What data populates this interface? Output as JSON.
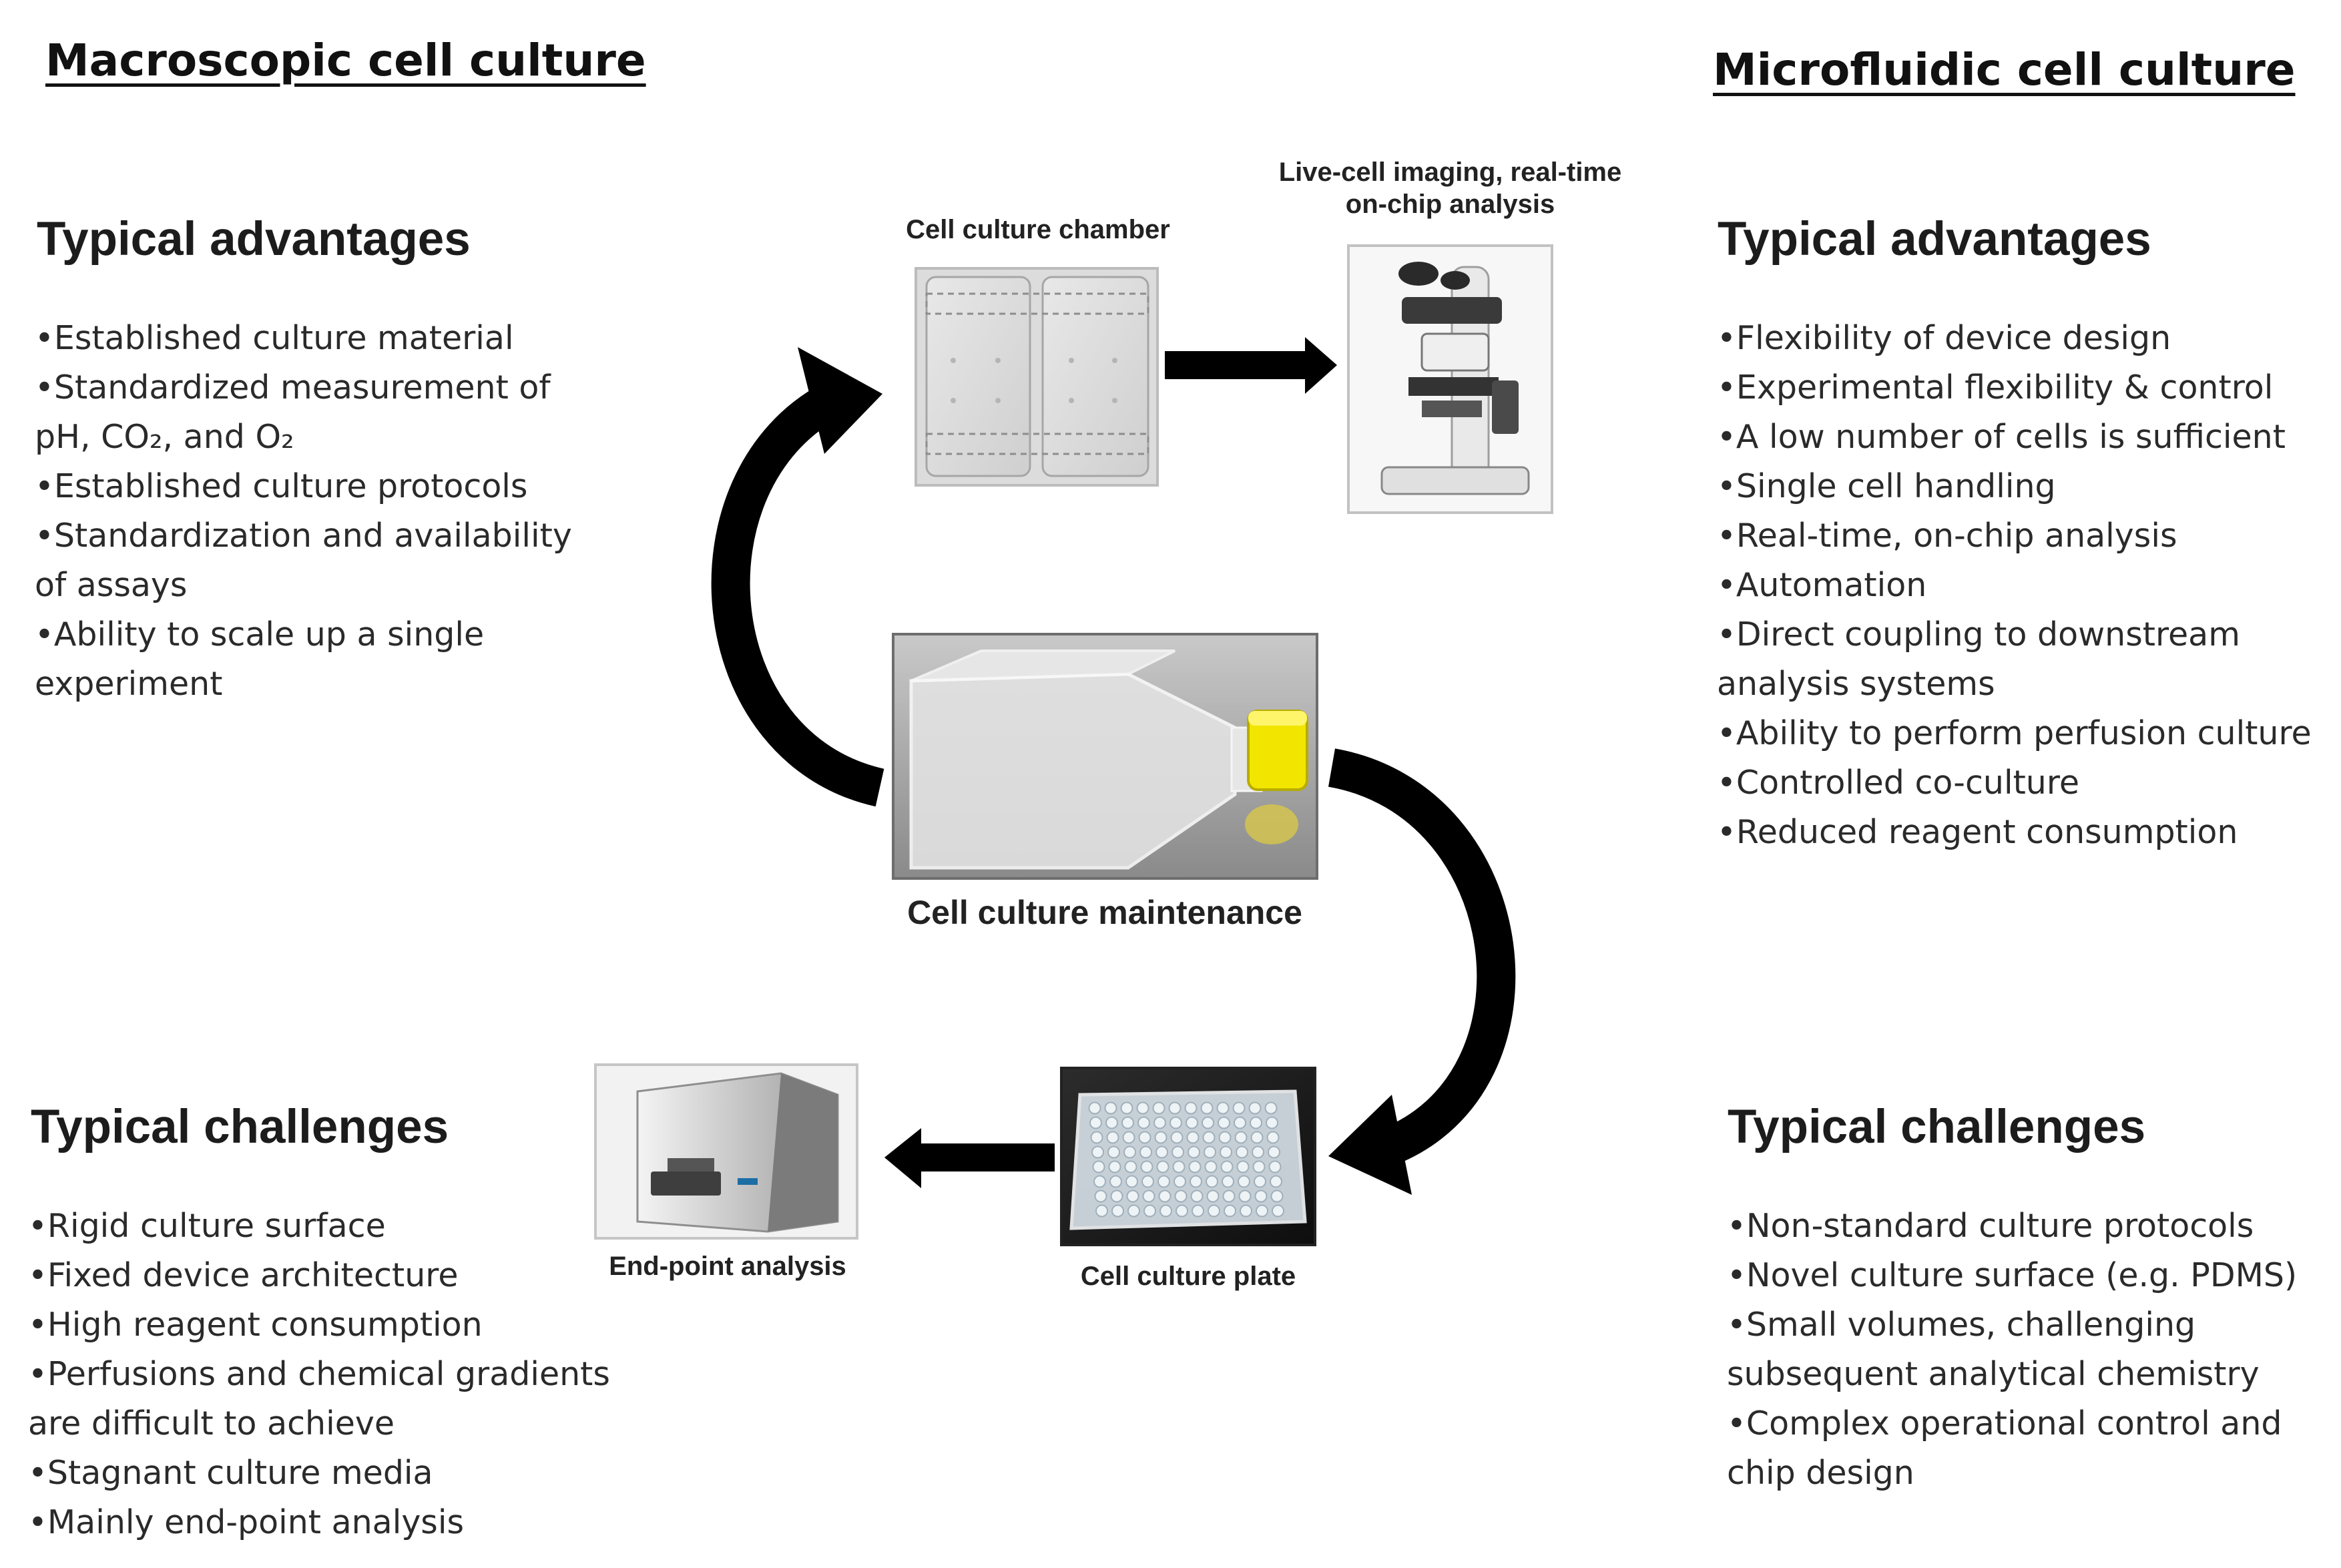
{
  "macro": {
    "title": "Macroscopic cell culture",
    "advantages_title": "Typical advantages",
    "advantages": [
      "•Established culture material",
      "•Standardized measurement of",
      "pH, CO₂, and O₂",
      "•Established culture protocols",
      "•Standardization and availability",
      "of assays",
      "•Ability to scale up a single",
      "experiment"
    ],
    "challenges_title": "Typical challenges",
    "challenges": [
      "•Rigid culture surface",
      "•Fixed device architecture",
      "•High reagent consumption",
      "•Perfusions and chemical gradients",
      "are difficult to achieve",
      "•Stagnant culture media",
      "•Mainly end-point analysis"
    ]
  },
  "micro": {
    "title": "Microfluidic cell culture",
    "advantages_title": "Typical advantages",
    "advantages": [
      "•Flexibility of device design",
      "•Experimental flexibility & control",
      "•A low number of cells is sufficient",
      "•Single cell handling",
      "•Real-time, on-chip analysis",
      "•Automation",
      "•Direct coupling to downstream",
      "analysis systems",
      "•Ability to perform perfusion culture",
      "•Controlled co-culture",
      "•Reduced reagent consumption"
    ],
    "challenges_title": "Typical challenges",
    "challenges": [
      "•Non-standard culture protocols",
      "•Novel culture surface (e.g. PDMS)",
      "•Small volumes, challenging",
      "subsequent analytical chemistry",
      "•Complex operational control and",
      "chip design"
    ]
  },
  "cycle": {
    "chamber_label": "Cell culture chamber",
    "imaging_label_line1": "Live-cell imaging, real-time",
    "imaging_label_line2": "on-chip analysis",
    "maintenance_label": "Cell culture maintenance",
    "plate_label": "Cell culture plate",
    "endpoint_label": "End-point analysis"
  },
  "colors": {
    "arrow": "#000000",
    "cap_yellow": "#f2e600",
    "text": "#222222"
  }
}
